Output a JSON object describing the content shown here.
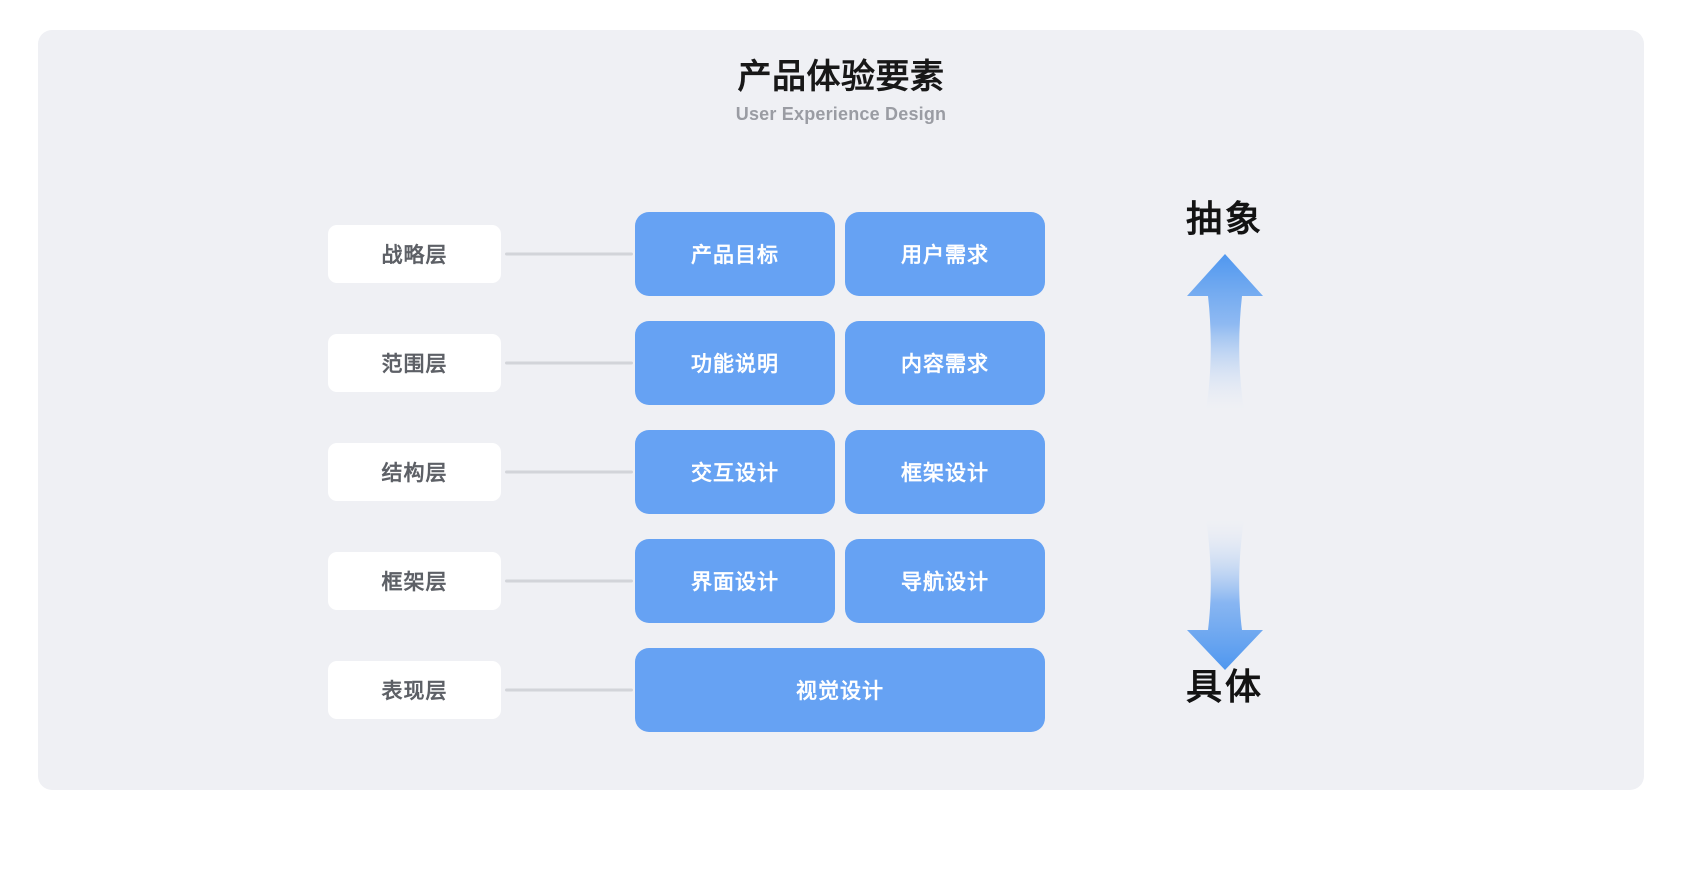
{
  "header": {
    "title": "产品体验要素",
    "subtitle": "User Experience Design"
  },
  "colors": {
    "panel_background": "#eff0f4",
    "page_background": "#ffffff",
    "box_blue": "#66a2f3",
    "label_card": "#ffffff",
    "label_text": "#5d6066",
    "connector": "#d2d4d9",
    "title_text": "#181818",
    "subtitle_text": "#9a9ca3",
    "axis_text": "#131313",
    "arrow_gradient_start": "#4f97ef",
    "arrow_gradient_end": "#eff0f4"
  },
  "axis": {
    "top_label": "抽象",
    "bottom_label": "具体",
    "up_arrow_icon": "arrow-up-icon",
    "down_arrow_icon": "arrow-down-icon"
  },
  "layers": [
    {
      "name": "战略层",
      "elements": [
        "产品目标",
        "用户需求"
      ]
    },
    {
      "name": "范围层",
      "elements": [
        "功能说明",
        "内容需求"
      ]
    },
    {
      "name": "结构层",
      "elements": [
        "交互设计",
        "框架设计"
      ]
    },
    {
      "name": "框架层",
      "elements": [
        "界面设计",
        "导航设计"
      ]
    },
    {
      "name": "表现层",
      "elements": [
        "视觉设计"
      ]
    }
  ]
}
